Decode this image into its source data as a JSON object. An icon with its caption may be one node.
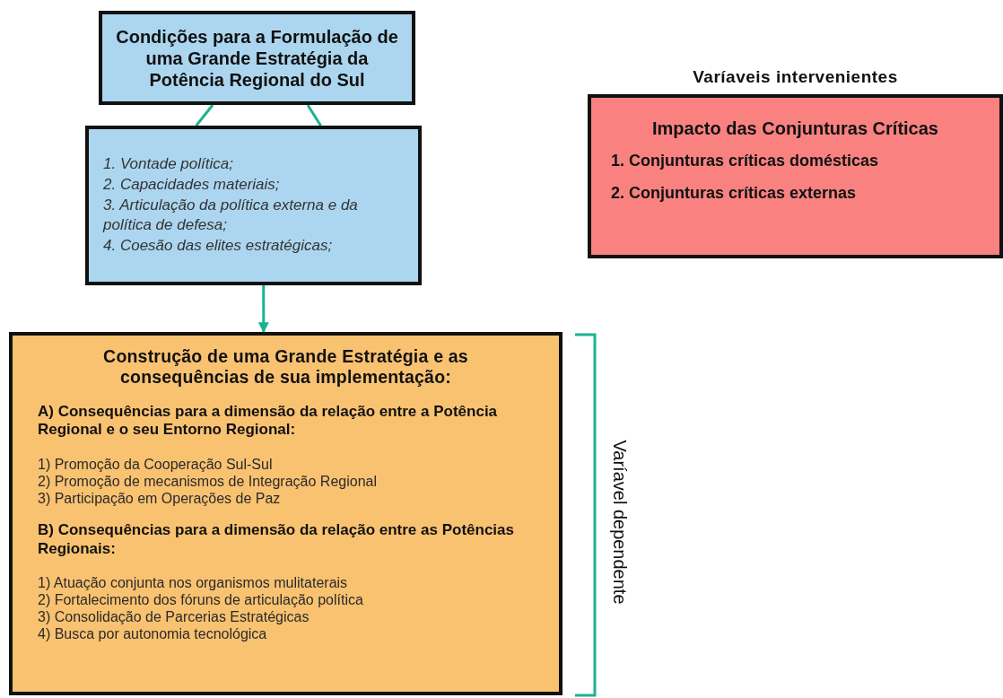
{
  "diagram": {
    "nodes": [
      {
        "text": [
          "Condições para a Formulação de uma Grande Estratégia da Potência Regional do Sul"
        ]
      },
      {
        "text": [
          "1. Vontade política;",
          "2. Capacidades materiais;",
          "3. Articulação da política externa e da política de defesa;",
          "4. Coesão das elites estratégicas;"
        ]
      },
      {
        "text": [
          "Construção de uma Grande Estratégia e as consequências de sua implementação:",
          "A) Consequências para a dimensão da relação entre a Potência Regional e o seu Entorno Regional:",
          "1) Promoção da Cooperação Sul-Sul",
          "2) Promoção de mecanismos de Integração Regional",
          "3) Participação em Operações de Paz",
          "B) Consequências para a dimensão da relação entre as Potências Regionais:",
          "1) Atuação conjunta nos organismos mulitaterais",
          "2) Fortalecimento dos fóruns de articulação política",
          "3) Consolidação de Parcerias Estratégicas",
          "4) Busca por autonomia tecnológica"
        ],
        "beside": [
          "Varíavel dependente"
        ]
      },
      {
        "text": [
          "Varíaveis intervenientes",
          "Impacto das Conjunturas Críticas",
          "1. Conjunturas críticas domésticas",
          "2. Conjunturas críticas externas"
        ]
      }
    ],
    "edges": [
      {
        "from": 0,
        "to": 1,
        "arrow": "none"
      },
      {
        "from": 0,
        "to": 1,
        "arrow": "none"
      },
      {
        "from": 1,
        "to": 2,
        "arrow": "to"
      }
    ]
  }
}
